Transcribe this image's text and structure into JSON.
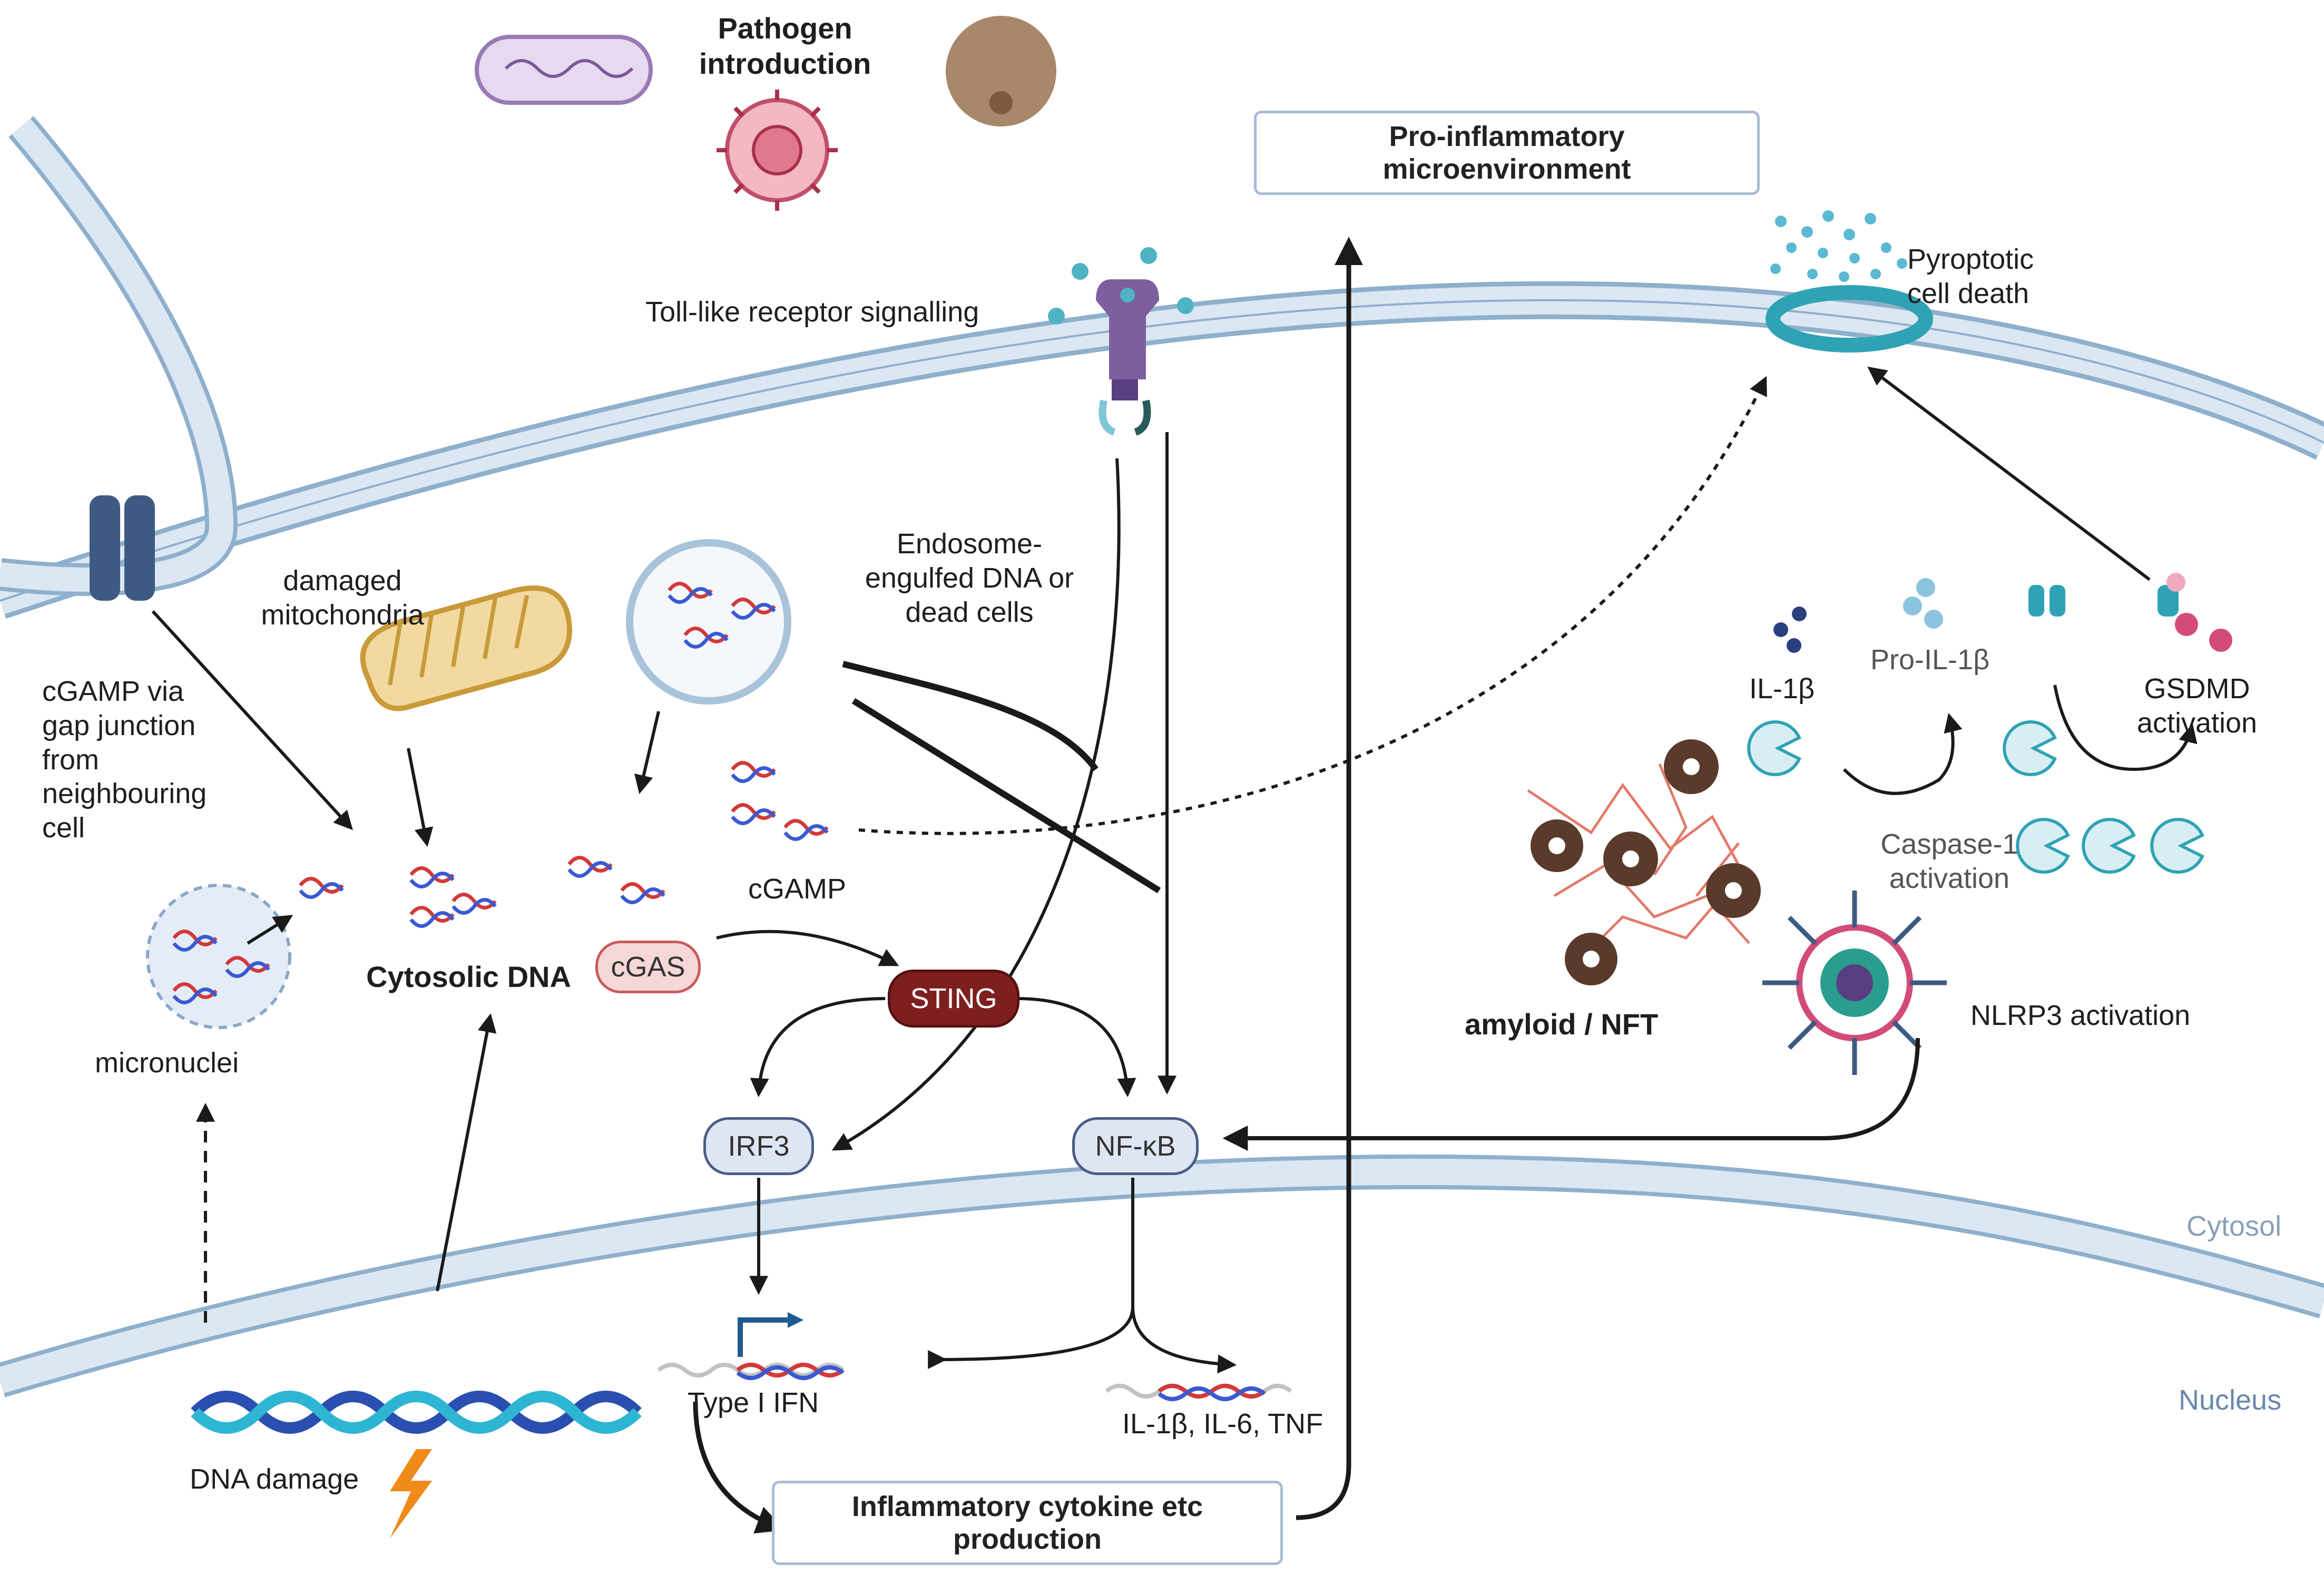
{
  "title": "Pathogen\nintroduction",
  "labels": {
    "pro_inflammatory": "Pro-inflammatory\nmicroenvironment",
    "tlr": "Toll-like receptor signalling",
    "pyroptotic": "Pyroptotic\ncell death",
    "damaged_mito": "damaged\nmitochondria",
    "endosome": "Endosome-\nengulfed DNA or\ndead cells",
    "cgamp_gap": "cGAMP via\ngap junction\nfrom\nneighbouring\ncell",
    "il1b": "IL-1β",
    "pro_il1b": "Pro-IL-1β",
    "gsdmd": "GSDMD\nactivation",
    "cgamp": "cGAMP",
    "caspase1": "Caspase-1\nactivation",
    "cytosolic_dna": "Cytosolic DNA",
    "cgas": "cGAS",
    "sting": "STING",
    "micronuclei": "micronuclei",
    "amyloid": "amyloid / NFT",
    "nlrp3": "NLRP3 activation",
    "irf3": "IRF3",
    "nfkb": "NF-κB",
    "cytosol": "Cytosol",
    "nucleus": "Nucleus",
    "type1ifn": "Type I IFN",
    "cytokines": "IL-1β, IL-6, TNF",
    "dna_damage": "DNA damage",
    "inflammatory_production": "Inflammatory cytokine etc\nproduction"
  },
  "colors": {
    "membrane": "#c9dbea",
    "membrane_edge": "#8fb0cc",
    "arrow": "#1a1a1a",
    "cgas_fill": "#f6d7d7",
    "cgas_edge": "#c85a5a",
    "sting_fill": "#7e1f1f",
    "pill_fill": "#dfe6f3",
    "pill_edge": "#4a5d85",
    "label_gray": "#8aa0b8"
  }
}
